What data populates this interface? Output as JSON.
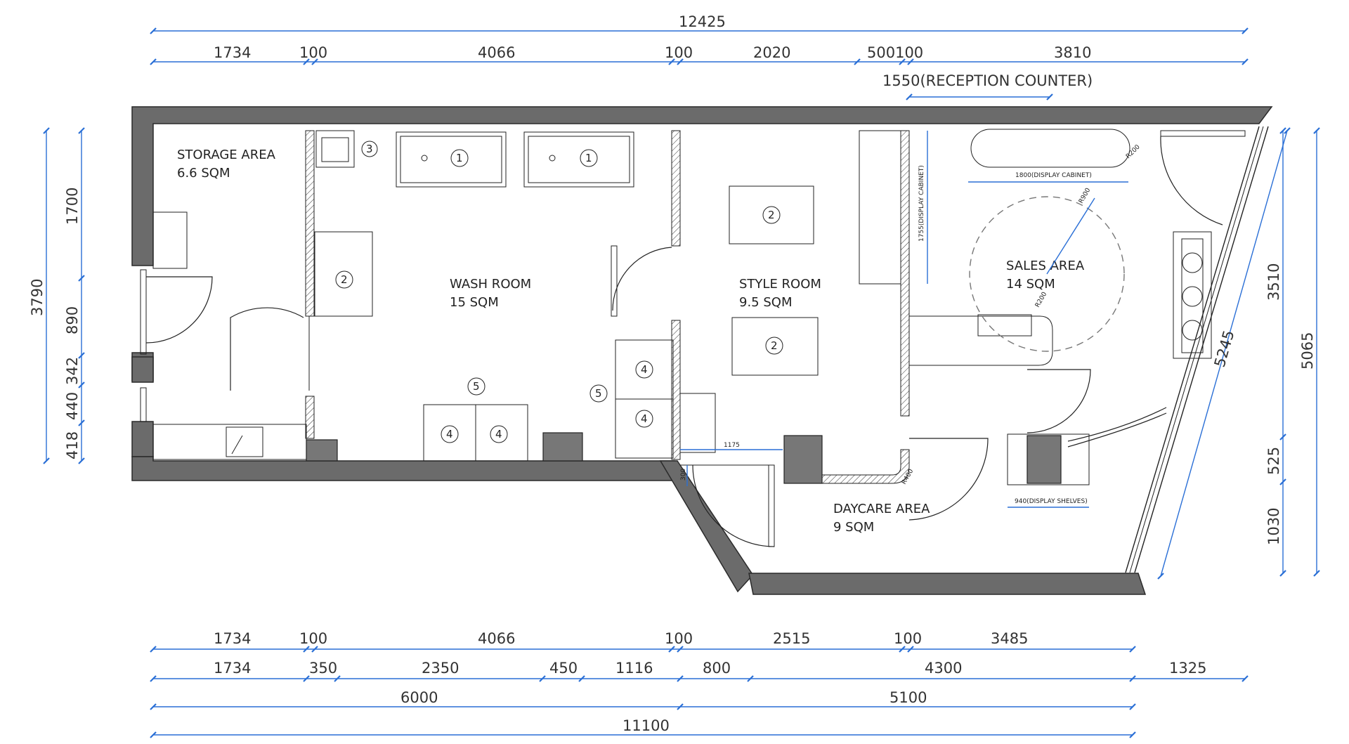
{
  "dims_top": {
    "overall": "12425",
    "row": [
      "1734",
      "100",
      "4066",
      "100",
      "2020",
      "500100",
      "3810"
    ],
    "reception": "1550(RECEPTION COUNTER)"
  },
  "dims_bottom": {
    "row1": [
      "1734",
      "100",
      "4066",
      "100",
      "2515",
      "100",
      "3485"
    ],
    "row2": [
      "1734",
      "350",
      "2350",
      "450",
      "1116",
      "800",
      "4300",
      "1325"
    ],
    "row3": [
      "6000",
      "5100"
    ],
    "row4": "11100"
  },
  "dims_left": {
    "overall": "3790",
    "row": [
      "1700",
      "890",
      "342",
      "440",
      "418"
    ]
  },
  "dims_right": {
    "row": [
      "3510",
      "525",
      "1030"
    ],
    "overall": "5065",
    "diagonal": "5245"
  },
  "rooms": {
    "storage": {
      "name": "STORAGE AREA",
      "area": "6.6 SQM"
    },
    "wash": {
      "name": "WASH ROOM",
      "area": "15 SQM"
    },
    "style": {
      "name": "STYLE ROOM",
      "area": "9.5 SQM"
    },
    "sales": {
      "name": "SALES AREA",
      "area": "14 SQM"
    },
    "daycare": {
      "name": "DAYCARE AREA",
      "area": "9 SQM"
    }
  },
  "tags": {
    "t1": "1",
    "t2": "2",
    "t3": "3",
    "t4": "4",
    "t5": "5"
  },
  "small_labels": {
    "display_cabinet_h": "1800(DISPLAY CABINET)",
    "display_cabinet_v": "1755(DISPLAY CABINET)",
    "display_shelves": "940(DISPLAY SHELVES)",
    "r200_a": "R200",
    "r200_b": "R200",
    "r900": "R900",
    "r400": "R400",
    "d1175": "1175",
    "d300": "300"
  }
}
